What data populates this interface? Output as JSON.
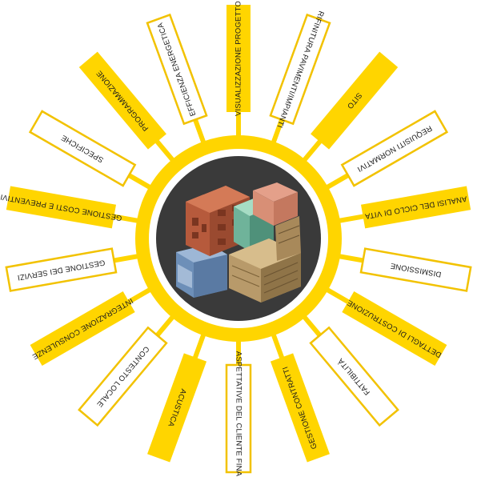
{
  "colors": {
    "accent": "#FFD500",
    "box_border": "#F2C200",
    "core": "#3A3A3A",
    "text": "#1A1A1A",
    "background": "#FFFFFF"
  },
  "center": {
    "icon": "layered-building-materials-cube-icon"
  },
  "rays": [
    {
      "label": "VISUALIZZAZIONE PROGETTO",
      "style": "yellow"
    },
    {
      "label": "RIFINITURA PAVIMENTI/IMPIANTI",
      "style": "outline"
    },
    {
      "label": "SITO",
      "style": "yellow"
    },
    {
      "label": "REQUISITI NORMATIVI",
      "style": "outline"
    },
    {
      "label": "ANALISI DEL CICLO DI VITA",
      "style": "yellow"
    },
    {
      "label": "DISMISSIONE",
      "style": "outline"
    },
    {
      "label": "DETTAGLI DI COSTRUZIONE",
      "style": "yellow"
    },
    {
      "label": "FATTIBILITÀ",
      "style": "outline"
    },
    {
      "label": "GESTIONE CONTRATTI",
      "style": "yellow"
    },
    {
      "label": "ASPETTATIVE DEL CLIENTE FINALE",
      "style": "outline"
    },
    {
      "label": "ACUSTICA",
      "style": "yellow"
    },
    {
      "label": "CONTESTO LOCALE",
      "style": "outline"
    },
    {
      "label": "INTEGRAZIONE CONSULENZE",
      "style": "yellow"
    },
    {
      "label": "GESTIONE DEI SERVIZI",
      "style": "outline"
    },
    {
      "label": "GESTIONE COSTI E PREVENTIVI",
      "style": "yellow"
    },
    {
      "label": "SPECIFICHE",
      "style": "outline"
    },
    {
      "label": "PROGRAMMAZIONE",
      "style": "yellow"
    },
    {
      "label": "EFFICIENZA ENERGETICA",
      "style": "outline"
    }
  ]
}
